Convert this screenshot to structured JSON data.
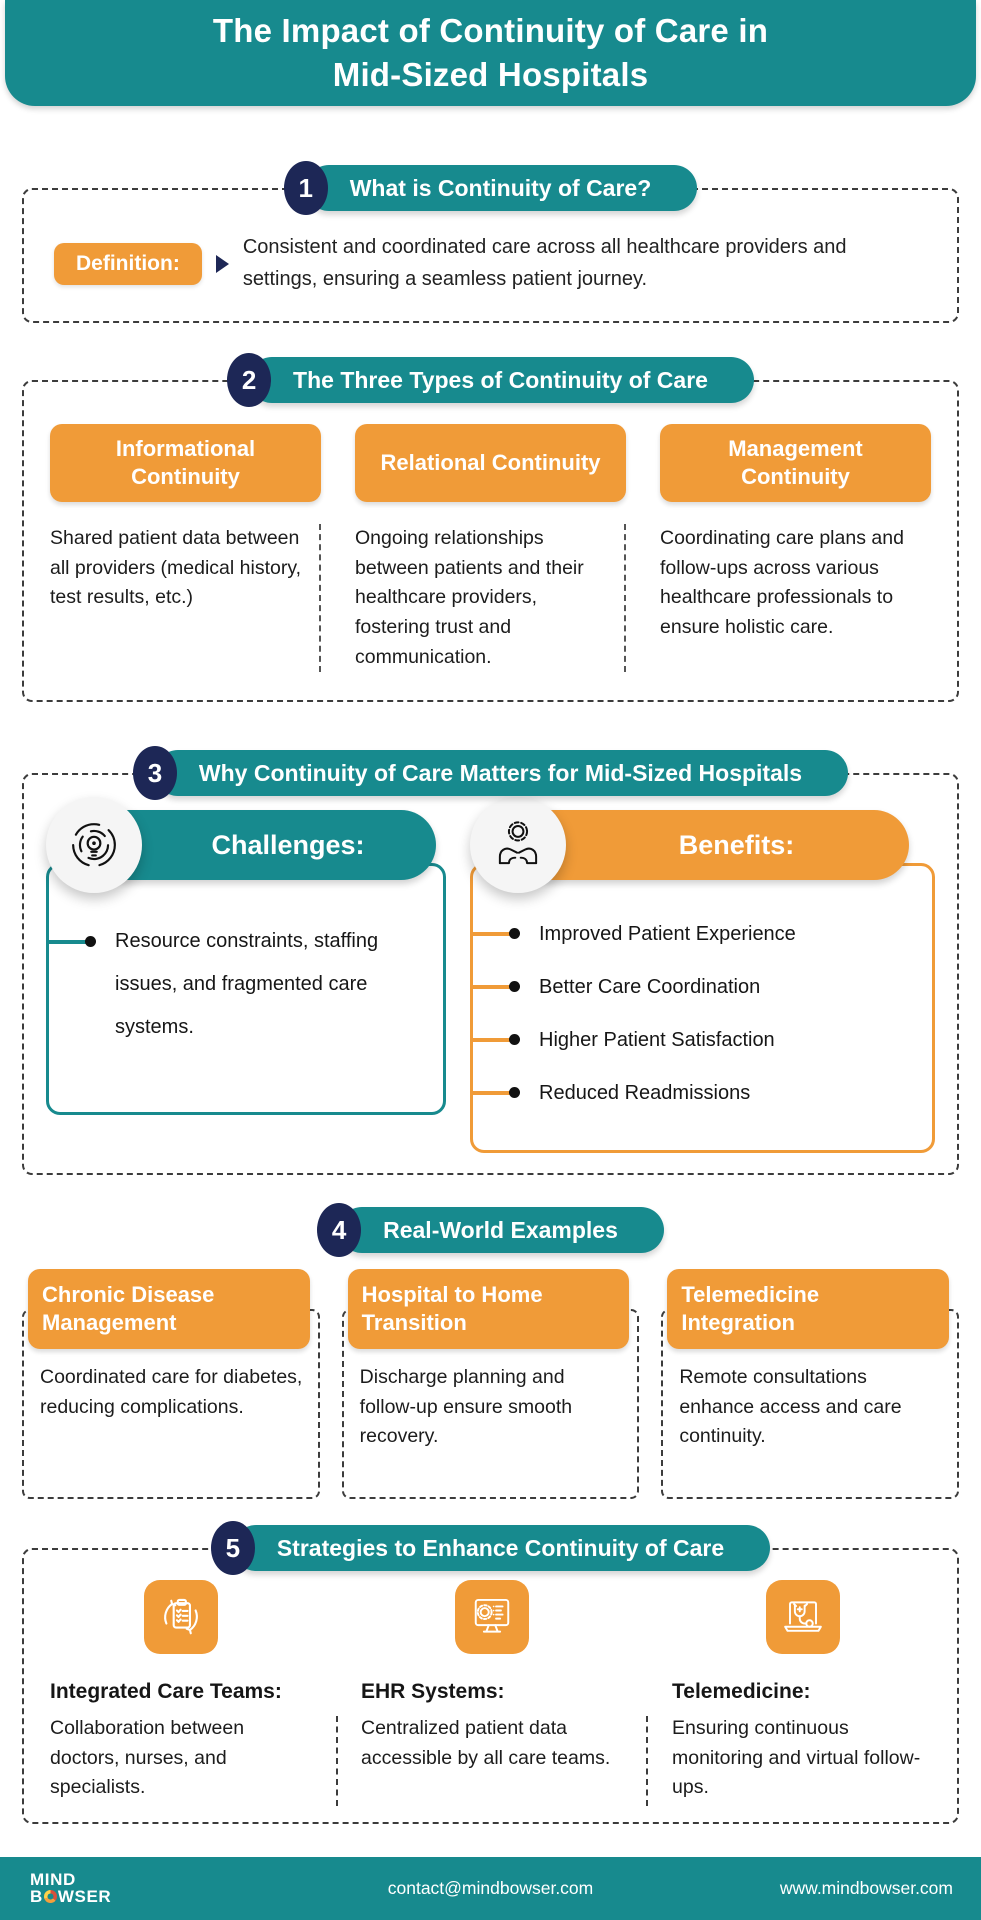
{
  "colors": {
    "teal": "#178a8e",
    "orange": "#f09b38",
    "navy": "#1d2756",
    "text": "#1c1c1c"
  },
  "header": {
    "title_line1": "The Impact of Continuity of Care in",
    "title_line2": "Mid-Sized Hospitals"
  },
  "sections": {
    "s1": {
      "number": "1",
      "title": "What is Continuity of Care?",
      "definition_label": "Definition:",
      "definition_text": "Consistent and coordinated care across all healthcare providers and settings, ensuring a seamless patient journey."
    },
    "s2": {
      "number": "2",
      "title": "The Three Types of Continuity of Care",
      "columns": [
        {
          "header": "Informational Continuity",
          "body": "Shared patient data between all providers (medical history, test results, etc.)"
        },
        {
          "header": "Relational Continuity",
          "body": "Ongoing relationships between patients and their healthcare providers, fostering trust and communication."
        },
        {
          "header": "Management Continuity",
          "body": "Coordinating care plans and follow-ups across various healthcare professionals to ensure holistic care."
        }
      ]
    },
    "s3": {
      "number": "3",
      "title": "Why Continuity of Care Matters for Mid-Sized Hospitals",
      "challenges": {
        "label": "Challenges:",
        "icon": "maze-lightbulb-icon",
        "items": [
          "Resource constraints, staffing issues, and fragmented care systems."
        ]
      },
      "benefits": {
        "label": "Benefits:",
        "icon": "hands-gear-icon",
        "items": [
          "Improved Patient Experience",
          "Better Care Coordination",
          "Higher Patient Satisfaction",
          "Reduced Readmissions"
        ]
      }
    },
    "s4": {
      "number": "4",
      "title": "Real-World Examples",
      "cards": [
        {
          "header": "Chronic Disease Management",
          "body": "Coordinated care for diabetes, reducing complications."
        },
        {
          "header": "Hospital to Home Transition",
          "body": "Discharge planning and follow-up ensure smooth recovery."
        },
        {
          "header": "Telemedicine Integration",
          "body": "Remote consultations enhance access and care continuity."
        }
      ]
    },
    "s5": {
      "number": "5",
      "title": "Strategies to Enhance Continuity of Care",
      "strategies": [
        {
          "icon": "clipboard-cycle-icon",
          "heading": "Integrated Care Teams:",
          "body": "Collaboration between doctors, nurses, and specialists."
        },
        {
          "icon": "ehr-monitor-icon",
          "heading": "EHR Systems:",
          "body": "Centralized patient data accessible by all care teams."
        },
        {
          "icon": "telemedicine-laptop-icon",
          "heading": "Telemedicine:",
          "body": "Ensuring continuous monitoring and virtual follow-ups."
        }
      ]
    }
  },
  "footer": {
    "logo_line1": "MIND",
    "logo_line2_pre": "B",
    "logo_line2_post": "WSER",
    "email": "contact@mindbowser.com",
    "website": "www.mindbowser.com"
  }
}
